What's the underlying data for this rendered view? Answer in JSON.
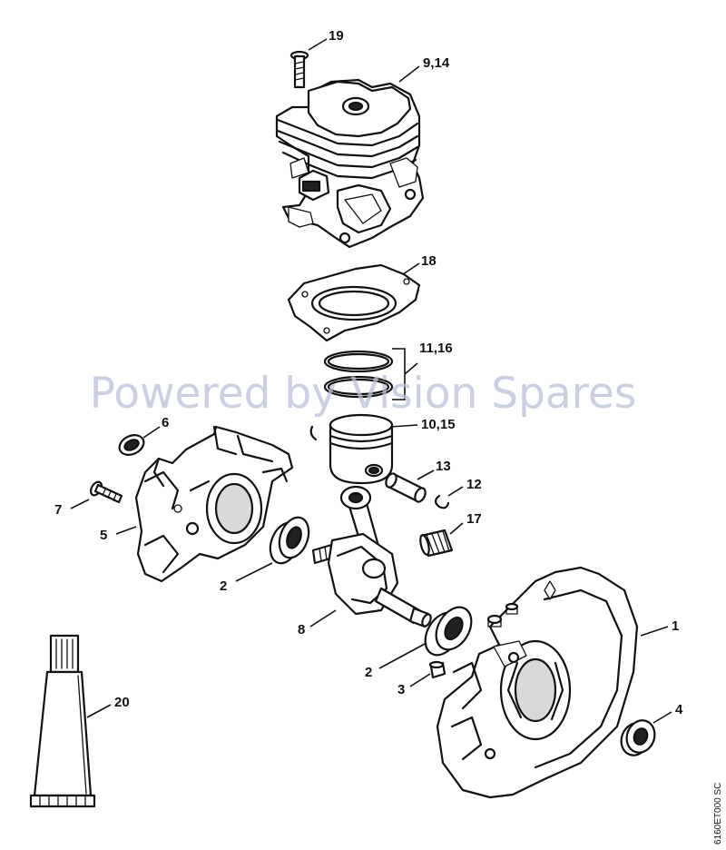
{
  "watermark": "Powered by Vision Spares",
  "drawing_ref": "6160ET000 SC",
  "callouts": {
    "c19": "19",
    "c9_14": "9,14",
    "c18": "18",
    "c11_16": "11,16",
    "c10_15": "10,15",
    "c6": "6",
    "c7": "7",
    "c5": "5",
    "c13": "13",
    "c12": "12",
    "c17": "17",
    "c2a": "2",
    "c8": "8",
    "c1": "1",
    "c2b": "2",
    "c3": "3",
    "c4": "4",
    "c20": "20"
  }
}
